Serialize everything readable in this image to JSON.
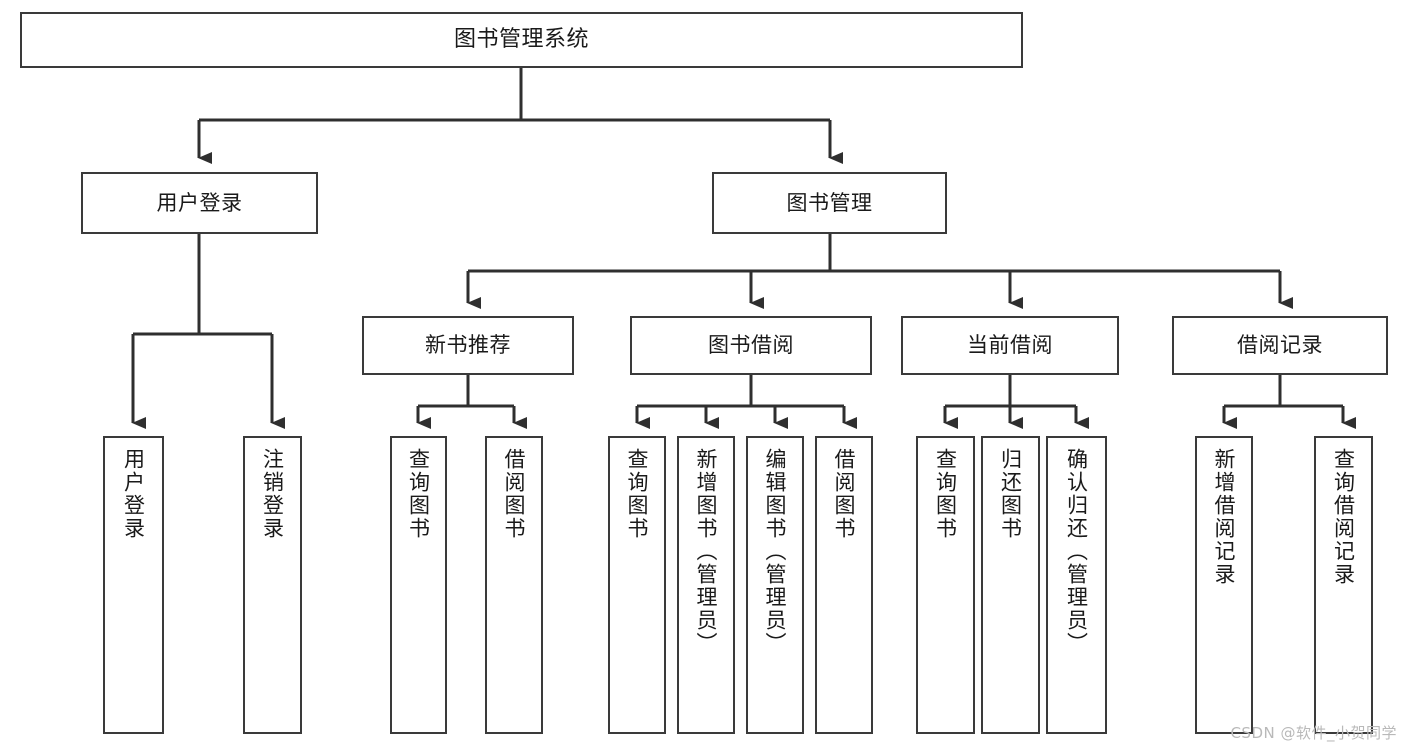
{
  "diagram": {
    "type": "tree",
    "title": "图书管理系统",
    "orientation": "top-down",
    "colors": {
      "background": "#ffffff",
      "box_fill": "#ffffff",
      "box_stroke": "#3a3a3a",
      "connector": "#2f2f2f",
      "text": "#1a1a1a",
      "watermark": "#b9b9b9"
    },
    "watermark": "CSDN @软件_小贺同学"
  },
  "nodes": {
    "root": {
      "label": "图书管理系统"
    },
    "level1": [
      {
        "id": "user-login",
        "label": "用户登录"
      },
      {
        "id": "book-management",
        "label": "图书管理"
      }
    ],
    "level2": [
      {
        "id": "new-book-recommend",
        "label": "新书推荐"
      },
      {
        "id": "book-borrow",
        "label": "图书借阅"
      },
      {
        "id": "current-borrow",
        "label": "当前借阅"
      },
      {
        "id": "borrow-record",
        "label": "借阅记录"
      }
    ],
    "leaves": {
      "user-login": [
        {
          "id": "leaf-user-login",
          "label": "用户登录"
        },
        {
          "id": "leaf-user-logout",
          "label": "注销登录"
        }
      ],
      "new-book-recommend": [
        {
          "id": "leaf-query-book-1",
          "label": "查询图书"
        },
        {
          "id": "leaf-borrow-book-1",
          "label": "借阅图书"
        }
      ],
      "book-borrow": [
        {
          "id": "leaf-query-book-2",
          "label": "查询图书"
        },
        {
          "id": "leaf-add-book",
          "label": "新增图书（管理员）"
        },
        {
          "id": "leaf-edit-book",
          "label": "编辑图书（管理员）"
        },
        {
          "id": "leaf-borrow-book-2",
          "label": "借阅图书"
        }
      ],
      "current-borrow": [
        {
          "id": "leaf-query-book-3",
          "label": "查询图书"
        },
        {
          "id": "leaf-return-book",
          "label": "归还图书"
        },
        {
          "id": "leaf-confirm-return",
          "label": "确认归还（管理员）"
        }
      ],
      "borrow-record": [
        {
          "id": "leaf-add-record",
          "label": "新增借阅记录"
        },
        {
          "id": "leaf-query-record",
          "label": "查询借阅记录"
        }
      ]
    }
  },
  "edges": [
    {
      "from": "图书管理系统",
      "to": "用户登录"
    },
    {
      "from": "图书管理系统",
      "to": "图书管理"
    },
    {
      "from": "图书管理",
      "to": "新书推荐"
    },
    {
      "from": "图书管理",
      "to": "图书借阅"
    },
    {
      "from": "图书管理",
      "to": "当前借阅"
    },
    {
      "from": "图书管理",
      "to": "借阅记录"
    },
    {
      "from": "用户登录",
      "to": "用户登录"
    },
    {
      "from": "用户登录",
      "to": "注销登录"
    },
    {
      "from": "新书推荐",
      "to": "查询图书"
    },
    {
      "from": "新书推荐",
      "to": "借阅图书"
    },
    {
      "from": "图书借阅",
      "to": "查询图书"
    },
    {
      "from": "图书借阅",
      "to": "新增图书（管理员）"
    },
    {
      "from": "图书借阅",
      "to": "编辑图书（管理员）"
    },
    {
      "from": "图书借阅",
      "to": "借阅图书"
    },
    {
      "from": "当前借阅",
      "to": "查询图书"
    },
    {
      "from": "当前借阅",
      "to": "归还图书"
    },
    {
      "from": "当前借阅",
      "to": "确认归还（管理员）"
    },
    {
      "from": "借阅记录",
      "to": "新增借阅记录"
    },
    {
      "from": "借阅记录",
      "to": "查询借阅记录"
    }
  ]
}
